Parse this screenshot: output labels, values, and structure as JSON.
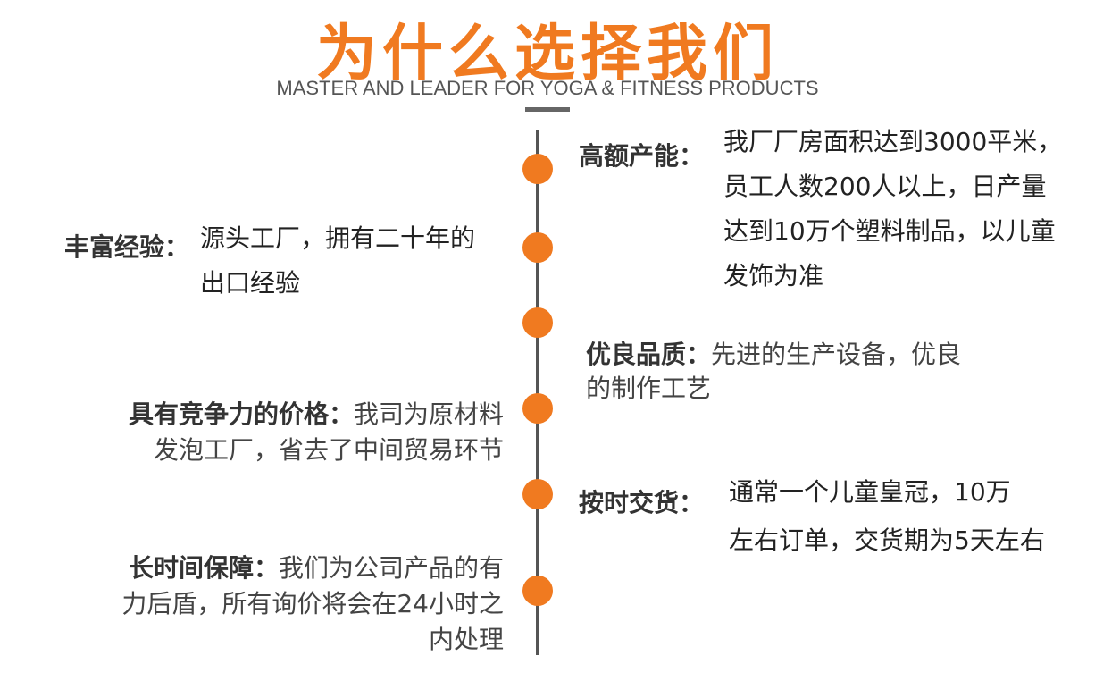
{
  "header": {
    "title": "为什么选择我们",
    "subtitle": "MASTER AND LEADER FOR YOGA & FITNESS PRODUCTS"
  },
  "items": [
    {
      "label": "高额产能：",
      "lines": [
        "我厂厂房面积达到3000平米，",
        "员工人数200人以上，日产量",
        "达到10万个塑料制品，以儿童",
        "发饰为准"
      ]
    },
    {
      "label": "丰富经验：",
      "lines": [
        "源头工厂，拥有二十年的",
        "出口经验"
      ]
    },
    {
      "label": "优良品质：",
      "lines": [
        "先进的生产设备，优良",
        "的制作工艺"
      ]
    },
    {
      "label": "具有竞争力的价格：",
      "lines": [
        "我司为原材料",
        "发泡工厂，省去了中间贸易环节"
      ]
    },
    {
      "label": "按时交货：",
      "lines": [
        "通常一个儿童皇冠，10万",
        "左右订单，交货期为5天左右"
      ]
    },
    {
      "label": "长时间保障：",
      "lines": [
        "我们为公司产品的有",
        "力后盾，所有询价将会在24小时之",
        "内处理"
      ]
    }
  ],
  "colors": {
    "accent": "#f07a20",
    "line": "#555555"
  }
}
